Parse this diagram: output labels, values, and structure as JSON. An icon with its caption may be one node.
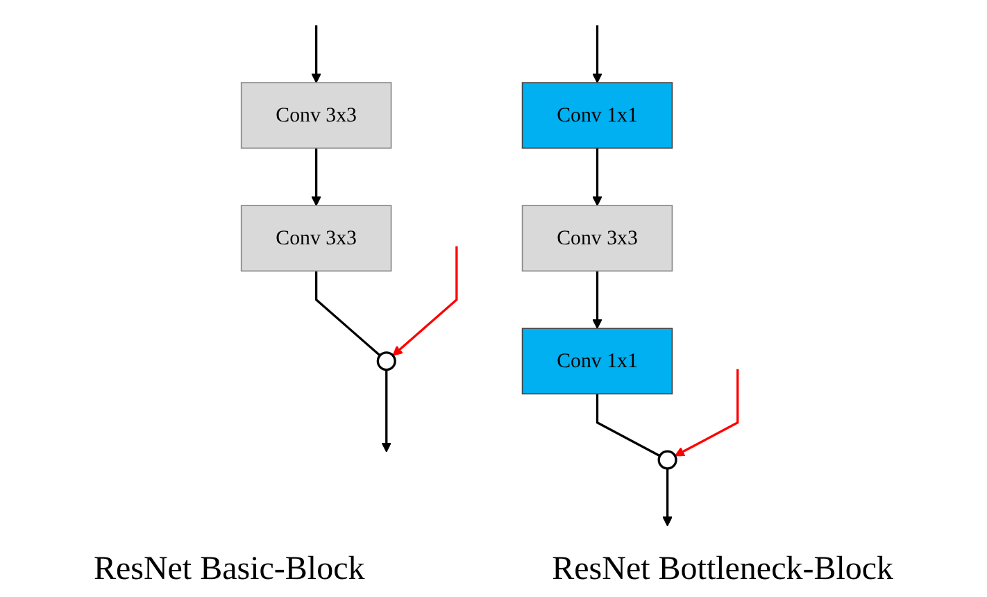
{
  "diagram": {
    "nodes": [
      {
        "text": [
          "Conv 3x3"
        ]
      },
      {
        "text": [
          "Conv 3x3"
        ]
      },
      {
        "text": [],
        "shape": "circle"
      },
      {
        "text": [
          "Conv 1x1"
        ]
      },
      {
        "text": [
          "Conv 3x3"
        ]
      },
      {
        "text": [
          "Conv 1x1"
        ]
      },
      {
        "text": [],
        "shape": "circle"
      }
    ],
    "edges": [
      {
        "from": null,
        "to": 0,
        "arrow": "to"
      },
      {
        "from": 0,
        "to": 1,
        "arrow": "to"
      },
      {
        "from": 1,
        "to": 2,
        "arrow": "none"
      },
      {
        "from": 2,
        "to": null,
        "arrow": "to"
      },
      {
        "from": null,
        "to": 2,
        "arrow": "to",
        "color": "#ff0000"
      },
      {
        "from": null,
        "to": 3,
        "arrow": "to"
      },
      {
        "from": 3,
        "to": 4,
        "arrow": "to"
      },
      {
        "from": 4,
        "to": 5,
        "arrow": "to"
      },
      {
        "from": 5,
        "to": 6,
        "arrow": "none"
      },
      {
        "from": 6,
        "to": null,
        "arrow": "to"
      },
      {
        "from": null,
        "to": 6,
        "arrow": "to",
        "color": "#ff0000"
      }
    ],
    "labels": [
      "ResNet Basic-Block",
      "ResNet Bottleneck-Block"
    ]
  }
}
